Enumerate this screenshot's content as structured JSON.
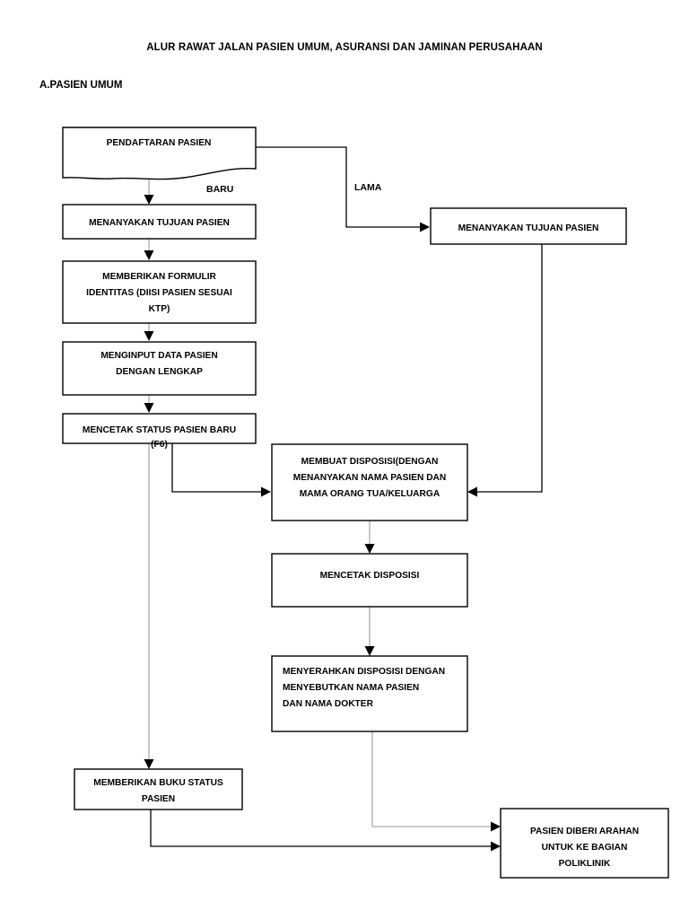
{
  "document": {
    "title": "ALUR RAWAT JALAN PASIEN UMUM, ASURANSI DAN JAMINAN PERUSAHAAN",
    "subtitle": "A.PASIEN UMUM"
  },
  "flowchart": {
    "type": "flowchart",
    "orientation": "top-to-bottom",
    "nodes": [
      {
        "id": "pendaftaran",
        "shape": "document",
        "lines": [
          "PENDAFTARAN PASIEN"
        ],
        "align": "center"
      },
      {
        "id": "menanyakan-tujuan-baru",
        "shape": "rect",
        "lines": [
          "MENANYAKAN TUJUAN PASIEN"
        ],
        "align": "center"
      },
      {
        "id": "memberikan-formulir",
        "shape": "rect",
        "lines": [
          "MEMBERIKAN FORMULIR",
          "IDENTITAS (DIISI PASIEN SESUAI",
          "KTP)"
        ],
        "align": "center"
      },
      {
        "id": "menginput-data",
        "shape": "rect",
        "lines": [
          "MENGINPUT DATA PASIEN",
          "DENGAN LENGKAP"
        ],
        "align": "center"
      },
      {
        "id": "mencetak-status",
        "shape": "rect",
        "lines": [
          "MENCETAK STATUS PASIEN BARU",
          "(F6)"
        ],
        "align": "center"
      },
      {
        "id": "menanyakan-tujuan-lama",
        "shape": "rect",
        "lines": [
          "MENANYAKAN TUJUAN PASIEN"
        ],
        "align": "center"
      },
      {
        "id": "membuat-disposisi",
        "shape": "rect",
        "lines": [
          "MEMBUAT DISPOSISI(DENGAN",
          "MENANYAKAN NAMA PASIEN DAN",
          "MAMA ORANG TUA/KELUARGA"
        ],
        "align": "center"
      },
      {
        "id": "mencetak-disposisi",
        "shape": "rect",
        "lines": [
          "MENCETAK DISPOSISI"
        ],
        "align": "center"
      },
      {
        "id": "menyerahkan-disposisi",
        "shape": "rect",
        "lines": [
          "MENYERAHKAN DISPOSISI DENGAN",
          "MENYEBUTKAN NAMA PASIEN",
          "DAN NAMA DOKTER"
        ],
        "align": "left"
      },
      {
        "id": "memberikan-buku",
        "shape": "rect",
        "lines": [
          "MEMBERIKAN BUKU STATUS",
          "PASIEN"
        ],
        "align": "center"
      },
      {
        "id": "pasien-diberi-arahan",
        "shape": "rect",
        "lines": [
          "PASIEN DIBERI ARAHAN",
          "UNTUK KE BAGIAN",
          "POLIKLINIK"
        ],
        "align": "center"
      }
    ],
    "edge_labels": [
      {
        "id": "label-baru",
        "text": "BARU"
      },
      {
        "id": "label-lama",
        "text": "LAMA"
      }
    ],
    "edges": [
      {
        "from": "pendaftaran",
        "to": "menanyakan-tujuan-baru",
        "label": "BARU"
      },
      {
        "from": "pendaftaran",
        "to": "menanyakan-tujuan-lama",
        "label": "LAMA"
      },
      {
        "from": "menanyakan-tujuan-baru",
        "to": "memberikan-formulir",
        "label": ""
      },
      {
        "from": "memberikan-formulir",
        "to": "menginput-data",
        "label": ""
      },
      {
        "from": "menginput-data",
        "to": "mencetak-status",
        "label": ""
      },
      {
        "from": "mencetak-status",
        "to": "membuat-disposisi",
        "label": ""
      },
      {
        "from": "mencetak-status",
        "to": "memberikan-buku",
        "label": ""
      },
      {
        "from": "menanyakan-tujuan-lama",
        "to": "membuat-disposisi",
        "label": ""
      },
      {
        "from": "membuat-disposisi",
        "to": "mencetak-disposisi",
        "label": ""
      },
      {
        "from": "mencetak-disposisi",
        "to": "menyerahkan-disposisi",
        "label": ""
      },
      {
        "from": "menyerahkan-disposisi",
        "to": "pasien-diberi-arahan",
        "label": ""
      },
      {
        "from": "memberikan-buku",
        "to": "pasien-diberi-arahan",
        "label": ""
      }
    ]
  },
  "colors": {
    "background": "#ffffff",
    "stroke": "#000000",
    "text": "#000000",
    "light_stroke": "#9a9a9a"
  }
}
